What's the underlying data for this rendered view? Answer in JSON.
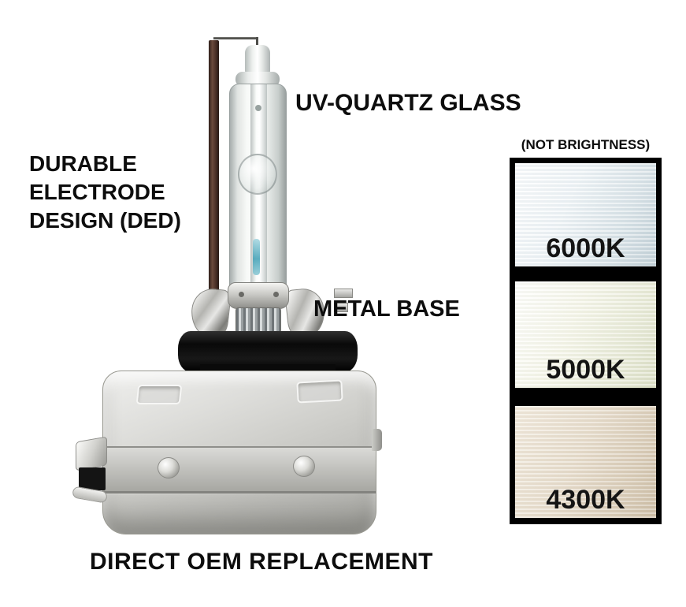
{
  "background_color": "#ffffff",
  "text_color": "#0d0d0d",
  "annotations": {
    "uv_quartz_glass": "UV-QUARTZ GLASS",
    "durable_electrode_design": [
      "DURABLE",
      "ELECTRODE",
      "DESIGN (DED)"
    ],
    "metal_base": "METAL BASE",
    "direct_oem_replacement": "DIRECT OEM REPLACEMENT"
  },
  "color_temperature_panel": {
    "header": "(NOT BRIGHTNESS)",
    "frame_color": "#000000",
    "swatches": [
      {
        "label": "6000K",
        "gradient_start": "#ffffff",
        "gradient_end": "#c6d3d9"
      },
      {
        "label": "5000K",
        "gradient_start": "#ffffff",
        "gradient_end": "#dde0c9"
      },
      {
        "label": "4300K",
        "gradient_start": "#f4eee3",
        "gradient_end": "#cfc1ab"
      }
    ]
  }
}
